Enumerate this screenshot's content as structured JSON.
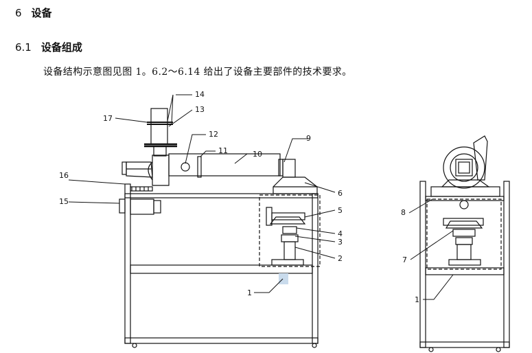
{
  "section": {
    "number": "6",
    "title": "设备"
  },
  "subsection": {
    "number": "6.1",
    "title": "设备组成"
  },
  "paragraph": "设备结构示意图见图 1。6.2～6.14 给出了设备主要部件的技术要求。",
  "callouts": {
    "left": [
      "17",
      "14",
      "13",
      "12",
      "11",
      "10",
      "9",
      "16",
      "15",
      "6",
      "5",
      "4",
      "3",
      "2",
      "1"
    ],
    "right": [
      "8",
      "7",
      "1"
    ]
  }
}
